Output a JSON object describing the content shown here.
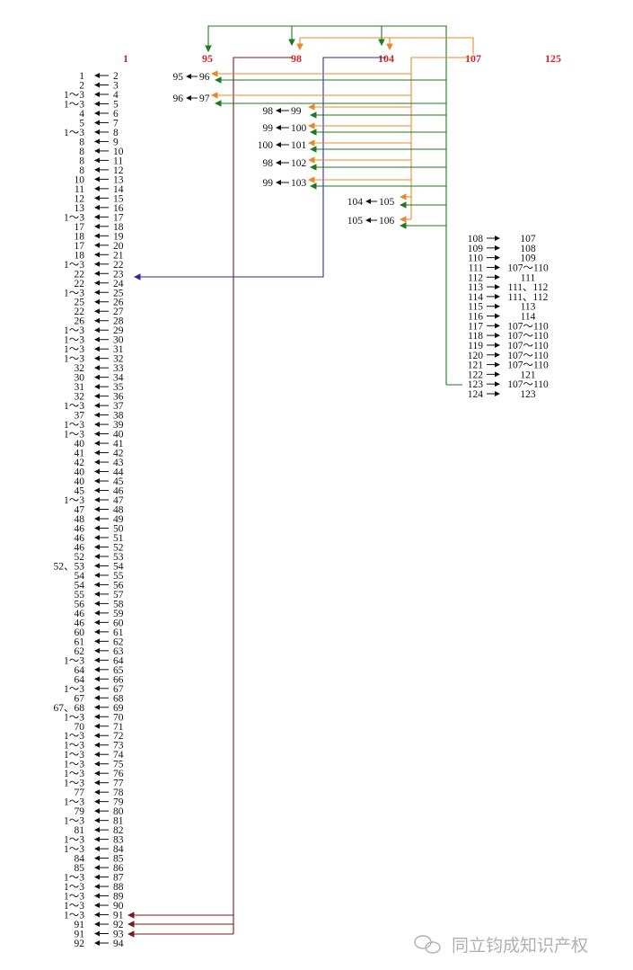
{
  "headers": [
    "1",
    "95",
    "98",
    "104",
    "107",
    "125"
  ],
  "left_rows": [
    [
      "1",
      "2"
    ],
    [
      "2",
      "3"
    ],
    [
      "1～3",
      "4"
    ],
    [
      "1～3",
      "5"
    ],
    [
      "4",
      "6"
    ],
    [
      "5",
      "7"
    ],
    [
      "1～3",
      "8"
    ],
    [
      "8",
      "9"
    ],
    [
      "8",
      "10"
    ],
    [
      "8",
      "11"
    ],
    [
      "8",
      "12"
    ],
    [
      "10",
      "13"
    ],
    [
      "11",
      "14"
    ],
    [
      "12",
      "15"
    ],
    [
      "13",
      "16"
    ],
    [
      "1～3",
      "17"
    ],
    [
      "17",
      "18"
    ],
    [
      "18",
      "19"
    ],
    [
      "17",
      "20"
    ],
    [
      "18",
      "21"
    ],
    [
      "1～3",
      "22"
    ],
    [
      "22",
      "23"
    ],
    [
      "22",
      "24"
    ],
    [
      "1～3",
      "25"
    ],
    [
      "25",
      "26"
    ],
    [
      "22",
      "27"
    ],
    [
      "26",
      "28"
    ],
    [
      "1～3",
      "29"
    ],
    [
      "1～3",
      "30"
    ],
    [
      "1～3",
      "31"
    ],
    [
      "1～3",
      "32"
    ],
    [
      "32",
      "33"
    ],
    [
      "30",
      "34"
    ],
    [
      "31",
      "35"
    ],
    [
      "32",
      "36"
    ],
    [
      "1～3",
      "37"
    ],
    [
      "37",
      "38"
    ],
    [
      "1～3",
      "39"
    ],
    [
      "1～3",
      "40"
    ],
    [
      "40",
      "41"
    ],
    [
      "41",
      "42"
    ],
    [
      "42",
      "43"
    ],
    [
      "40",
      "44"
    ],
    [
      "40",
      "45"
    ],
    [
      "45",
      "46"
    ],
    [
      "1～3",
      "47"
    ],
    [
      "47",
      "48"
    ],
    [
      "48",
      "49"
    ],
    [
      "46",
      "50"
    ],
    [
      "46",
      "51"
    ],
    [
      "46",
      "52"
    ],
    [
      "52",
      "53"
    ],
    [
      "52、53",
      "54"
    ],
    [
      "54",
      "55"
    ],
    [
      "54",
      "56"
    ],
    [
      "55",
      "57"
    ],
    [
      "56",
      "58"
    ],
    [
      "46",
      "59"
    ],
    [
      "46",
      "60"
    ],
    [
      "60",
      "61"
    ],
    [
      "61",
      "62"
    ],
    [
      "62",
      "63"
    ],
    [
      "1～3",
      "64"
    ],
    [
      "64",
      "65"
    ],
    [
      "64",
      "66"
    ],
    [
      "1～3",
      "67"
    ],
    [
      "67",
      "68"
    ],
    [
      "67、68",
      "69"
    ],
    [
      "1～3",
      "70"
    ],
    [
      "70",
      "71"
    ],
    [
      "1～3",
      "72"
    ],
    [
      "1～3",
      "73"
    ],
    [
      "1～3",
      "74"
    ],
    [
      "1～3",
      "75"
    ],
    [
      "1～3",
      "76"
    ],
    [
      "1～3",
      "77"
    ],
    [
      "77",
      "78"
    ],
    [
      "1～3",
      "79"
    ],
    [
      "79",
      "80"
    ],
    [
      "1～3",
      "81"
    ],
    [
      "81",
      "82"
    ],
    [
      "1～3",
      "83"
    ],
    [
      "1～3",
      "84"
    ],
    [
      "84",
      "85"
    ],
    [
      "85",
      "86"
    ],
    [
      "1～3",
      "87"
    ],
    [
      "1～3",
      "88"
    ],
    [
      "1～3",
      "89"
    ],
    [
      "1～3",
      "90"
    ],
    [
      "1～3",
      "91"
    ],
    [
      "91",
      "92"
    ],
    [
      "91",
      "93"
    ],
    [
      "92",
      "94"
    ]
  ],
  "mid_rows": [
    [
      "95",
      "96"
    ],
    [
      "96",
      "97"
    ],
    [
      "98",
      "99"
    ],
    [
      "99",
      "100"
    ],
    [
      "100",
      "101"
    ],
    [
      "98",
      "102"
    ],
    [
      "99",
      "103"
    ],
    [
      "104",
      "105"
    ],
    [
      "105",
      "106"
    ]
  ],
  "right_rows": [
    [
      "108",
      "107"
    ],
    [
      "109",
      "108"
    ],
    [
      "110",
      "109"
    ],
    [
      "111",
      "107～110"
    ],
    [
      "112",
      "111"
    ],
    [
      "113",
      "111、112"
    ],
    [
      "114",
      "111、112"
    ],
    [
      "115",
      "113"
    ],
    [
      "116",
      "114"
    ],
    [
      "117",
      "107～110"
    ],
    [
      "118",
      "107～110"
    ],
    [
      "119",
      "107～110"
    ],
    [
      "120",
      "107～110"
    ],
    [
      "121",
      "107～110"
    ],
    [
      "122",
      "121"
    ],
    [
      "123",
      "107～110"
    ],
    [
      "124",
      "123"
    ]
  ],
  "watermark": "同立钧成知识产权",
  "colors": {
    "header": "#d0242a",
    "text": "#111111",
    "green": "#1e7a1e",
    "orange": "#e8882a",
    "blue": "#2a2aa8",
    "darkred": "#7a1a1a",
    "watermark": "#b0b0b0"
  }
}
